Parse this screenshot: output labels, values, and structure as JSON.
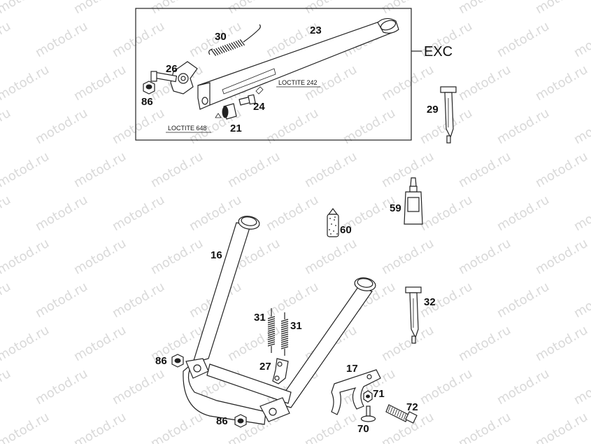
{
  "watermark": "motod.ru",
  "group_label": "EXC",
  "notes": {
    "loctite_242": "LOCTITE 242",
    "loctite_648": "LOCTITE 648"
  },
  "callouts": {
    "p30": "30",
    "p23": "23",
    "p26": "26",
    "p86a": "86",
    "p24": "24",
    "p21": "21",
    "p29": "29",
    "p59": "59",
    "p60": "60",
    "p16": "16",
    "p32": "32",
    "p31a": "31",
    "p31b": "31",
    "p86b": "86",
    "p27": "27",
    "p17": "17",
    "p71": "71",
    "p72": "72",
    "p86c": "86",
    "p70": "70"
  }
}
